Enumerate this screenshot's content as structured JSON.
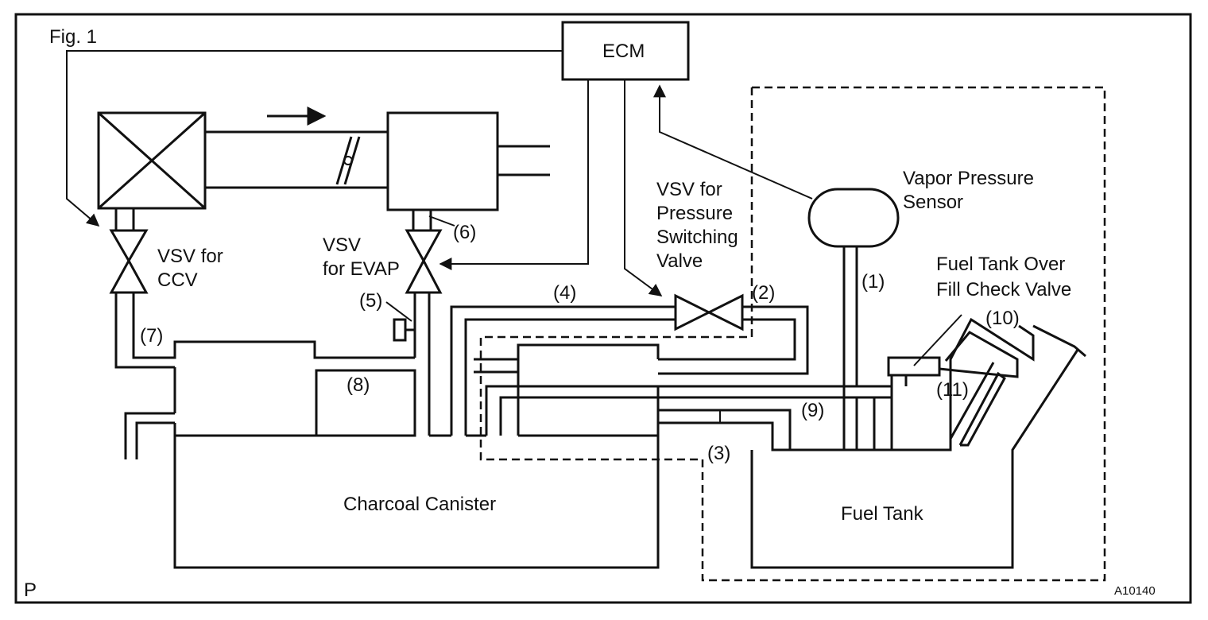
{
  "figure": {
    "fig_label": "Fig. 1",
    "corner_mark": "P",
    "figure_code": "A10140"
  },
  "components": {
    "ecm": "ECM",
    "vapor_pressure_sensor_line1": "Vapor Pressure",
    "vapor_pressure_sensor_line2": "Sensor",
    "vsv_pressure_line1": "VSV for",
    "vsv_pressure_line2": "Pressure",
    "vsv_pressure_line3": "Switching",
    "vsv_pressure_line4": "Valve",
    "vsv_ccv_line1": "VSV for",
    "vsv_ccv_line2": "CCV",
    "vsv_evap_line1": "VSV",
    "vsv_evap_line2": "for EVAP",
    "check_valve_line1": "Fuel Tank Over",
    "check_valve_line2": "Fill Check Valve",
    "charcoal_canister": "Charcoal Canister",
    "fuel_tank": "Fuel Tank"
  },
  "callouts": {
    "c1": "(1)",
    "c2": "(2)",
    "c3": "(3)",
    "c4": "(4)",
    "c5": "(5)",
    "c6": "(6)",
    "c7": "(7)",
    "c8": "(8)",
    "c9": "(9)",
    "c10": "(10)",
    "c11": "(11)"
  }
}
